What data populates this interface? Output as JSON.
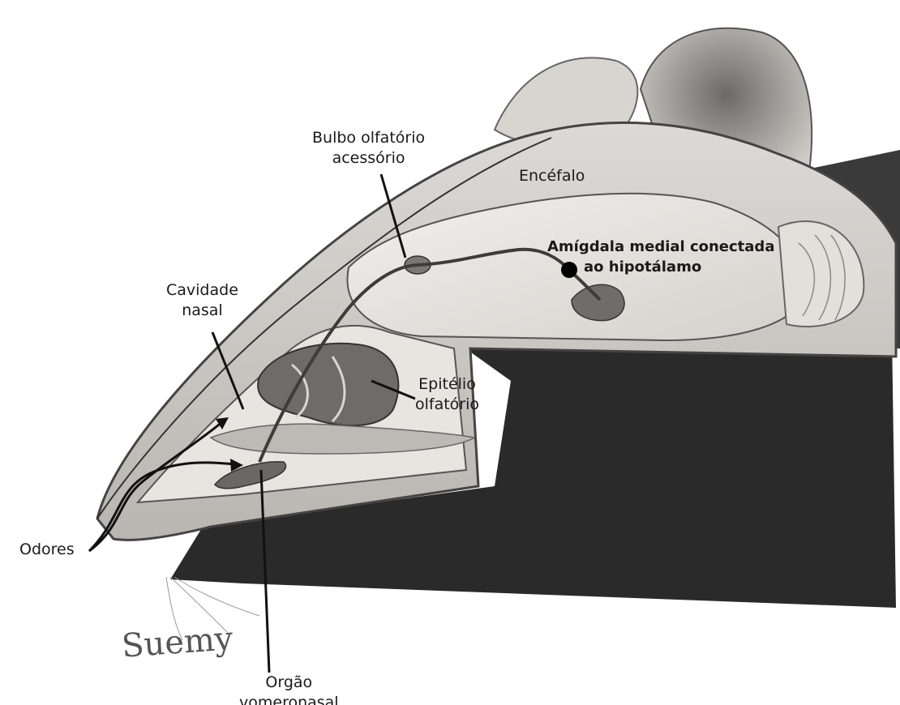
{
  "labels": {
    "bulbo": {
      "line1": "Bulbo olfatório",
      "line2": "acessório"
    },
    "encefalo": "Encéfalo",
    "amigdala": {
      "line1": "Amígdala medial conectada",
      "line2": "ao hipotálamo"
    },
    "cavidade": {
      "line1": "Cavidade",
      "line2": "nasal"
    },
    "epitelio": {
      "line1": "Epitélio",
      "line2": "olfatório"
    },
    "odores": "Odores",
    "orgao": {
      "line1": "Orgão",
      "line2": "vomeronasal"
    }
  },
  "signature": "Suemy",
  "colors": {
    "dark_fill": "#262626",
    "tissue": "#d9d6d1",
    "tissue_light": "#ecebe7",
    "organ": "#6e6c68",
    "line": "#111111"
  }
}
